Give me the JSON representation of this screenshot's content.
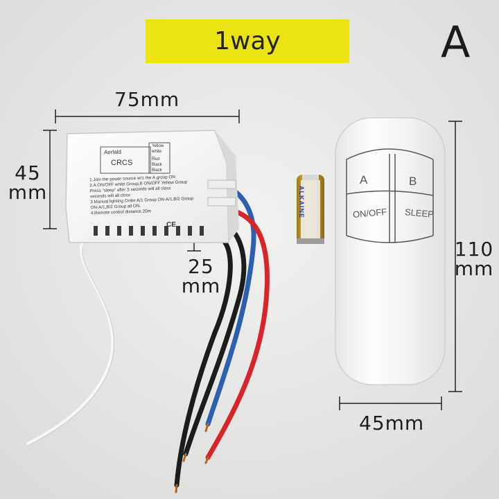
{
  "banner": {
    "text": "1way",
    "color": "#ece313"
  },
  "variant": "A",
  "dimensions": {
    "receiver_width": "75mm",
    "receiver_height_num": "45",
    "receiver_height_unit": "mm",
    "receiver_depth_num": "25",
    "receiver_depth_unit": "mm",
    "remote_height_num": "110",
    "remote_height_unit": "mm",
    "remote_width": "45mm"
  },
  "receiver": {
    "brand": "Aerlald",
    "model": "CRCS",
    "wires": [
      "Yellow",
      "white",
      "Red",
      "Black",
      "Black"
    ],
    "instructions": [
      "1.Join the power source wi's the A group ON",
      "2.A ON/OFF white Group,B ON/OFF Yellow Group",
      "Press \"sleep\" after 3 seconds will all closs",
      "seconds will all closs",
      "3.Manual lighting Order A/1 Group ON-A/1,B/2 Group",
      "ON-A/1,B/2 Group all ON.",
      "4.Remote control distance 20m"
    ],
    "mark": "CE"
  },
  "battery": {
    "label": "ALKAINE"
  },
  "remote": {
    "buttons": [
      "A",
      "B",
      "ON/OFF",
      "SLEEP"
    ]
  },
  "wire_colors": {
    "white": "#f5f5f3",
    "blue": "#2c5fb0",
    "red": "#d8252a",
    "black": "#1c1c1c"
  }
}
